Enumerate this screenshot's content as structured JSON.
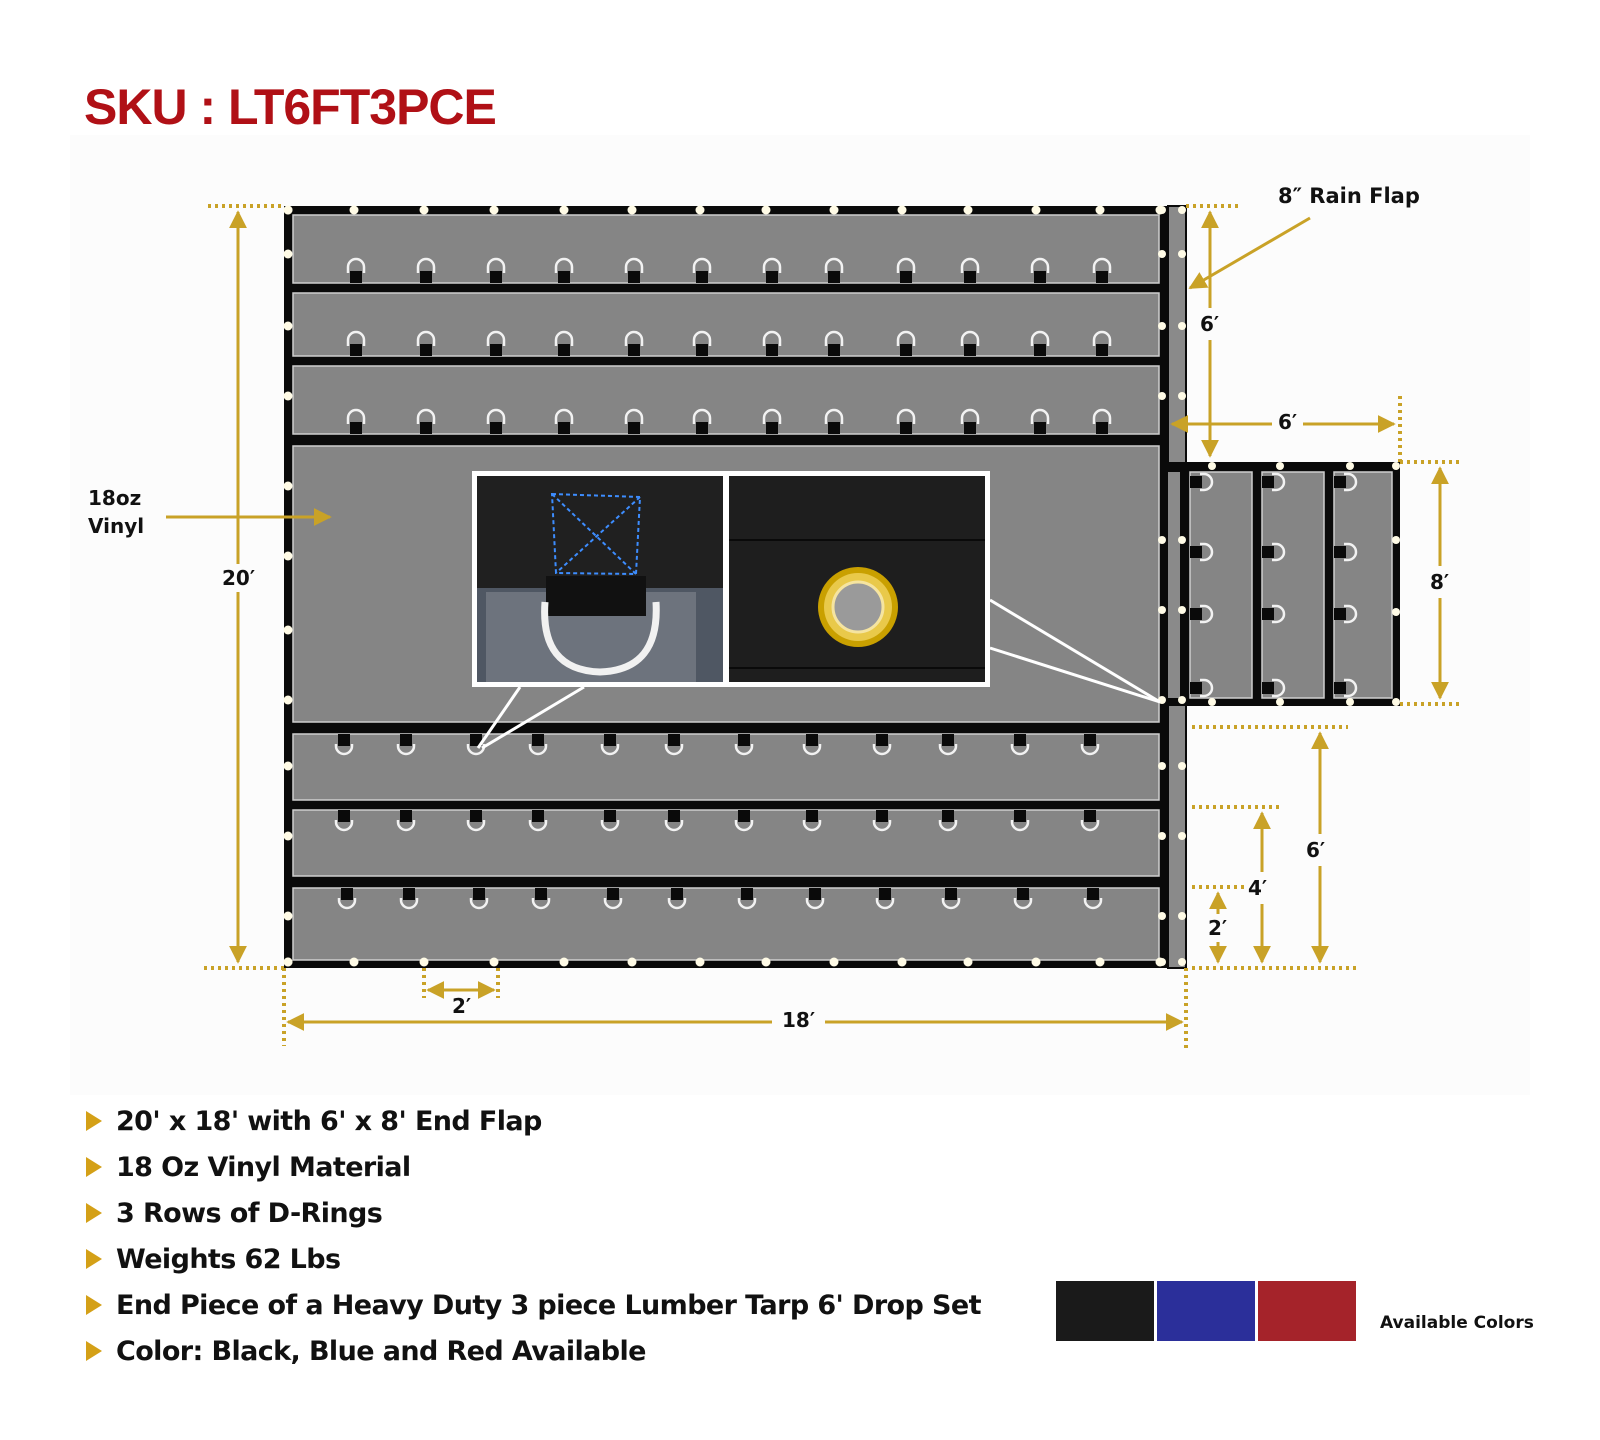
{
  "sku": {
    "label": "SKU : LT6FT3PCE"
  },
  "diagram": {
    "rain_flap_label": "8″ Rain Flap",
    "material_label_line1": "18oz",
    "material_label_line2": "Vinyl",
    "dimensions": {
      "overall_height": "20′",
      "overall_width": "18′",
      "grommet_spacing": "2′",
      "flap_drop_height": "6′",
      "flap_width": "6′",
      "flap_length": "8′",
      "lower_6": "6′",
      "lower_4": "4′",
      "lower_2": "2′"
    },
    "insets": [
      {
        "name": "d-ring-closeup"
      },
      {
        "name": "grommet-closeup"
      }
    ],
    "colors": {
      "tarp": "#858585",
      "webbing": "#0a0a0a",
      "dimension": "#c9a227",
      "grommet": "#fffbe6"
    }
  },
  "features": [
    "20' x 18' with 6' x 8' End Flap",
    "18 Oz Vinyl Material",
    "3 Rows of D-Rings",
    "Weights 62 Lbs",
    "End Piece of a Heavy Duty 3 piece Lumber Tarp 6' Drop Set",
    "Color: Black, Blue and Red Available"
  ],
  "available_colors": {
    "label": "Available Colors",
    "swatches": [
      {
        "name": "Black",
        "hex": "#1a1a1a"
      },
      {
        "name": "Blue",
        "hex": "#2b2f9a"
      },
      {
        "name": "Red",
        "hex": "#a5232a"
      }
    ]
  }
}
